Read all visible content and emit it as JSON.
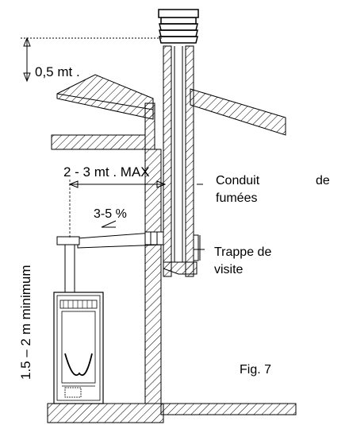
{
  "labels": {
    "height_above_roof": "0,5 mt .",
    "horizontal_max": "2 - 3 mt . MAX",
    "slope": "3-5 %",
    "flue_line1": "Conduit",
    "flue_line1_right": "de",
    "flue_line2": "fumées",
    "trap_line1": "Trappe  de",
    "trap_line2": "visite",
    "vertical_min": "1.5 – 2 m  minimum",
    "figure": "Fig. 7"
  },
  "colors": {
    "ink": "#000000",
    "paper": "#ffffff"
  }
}
